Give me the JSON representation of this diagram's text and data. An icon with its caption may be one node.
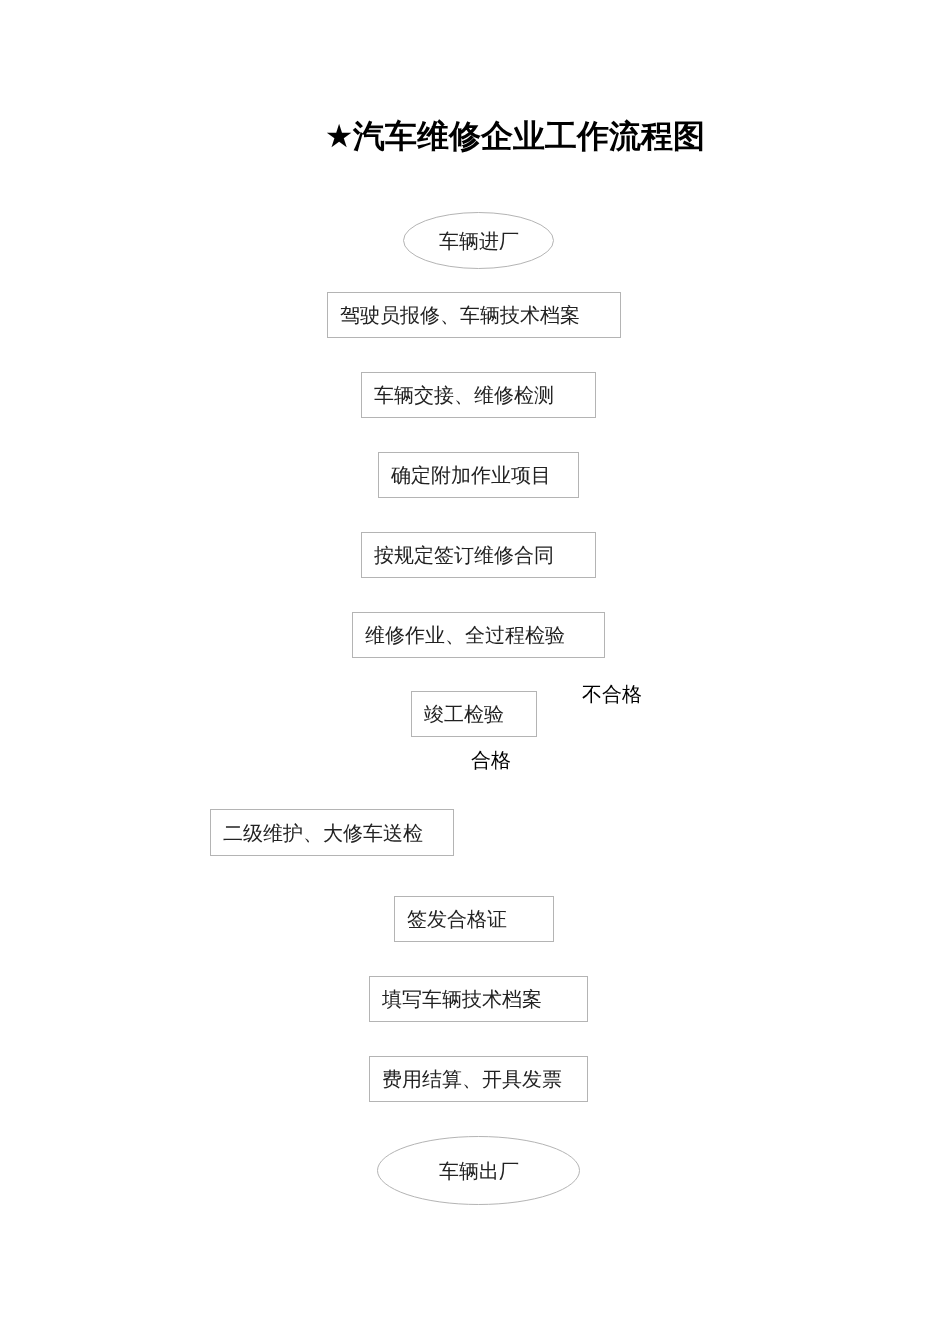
{
  "diagram": {
    "title": "★汽车维修企业工作流程图",
    "nodes": [
      {
        "text": [
          "车辆进厂"
        ]
      },
      {
        "text": [
          "驾驶员报修、车辆技术档案"
        ]
      },
      {
        "text": [
          "车辆交接、维修检测"
        ]
      },
      {
        "text": [
          "确定附加作业项目"
        ]
      },
      {
        "text": [
          "按规定签订维修合同"
        ]
      },
      {
        "text": [
          "维修作业、全过程检验"
        ]
      },
      {
        "text": [
          "竣工检验"
        ]
      },
      {
        "text": [
          "二级维护、大修车送检"
        ]
      },
      {
        "text": [
          "签发合格证"
        ]
      },
      {
        "text": [
          "填写车辆技术档案"
        ]
      },
      {
        "text": [
          "费用结算、开具发票"
        ]
      },
      {
        "text": [
          "车辆出厂"
        ]
      }
    ],
    "labels": [
      "不合格",
      "合格"
    ]
  }
}
